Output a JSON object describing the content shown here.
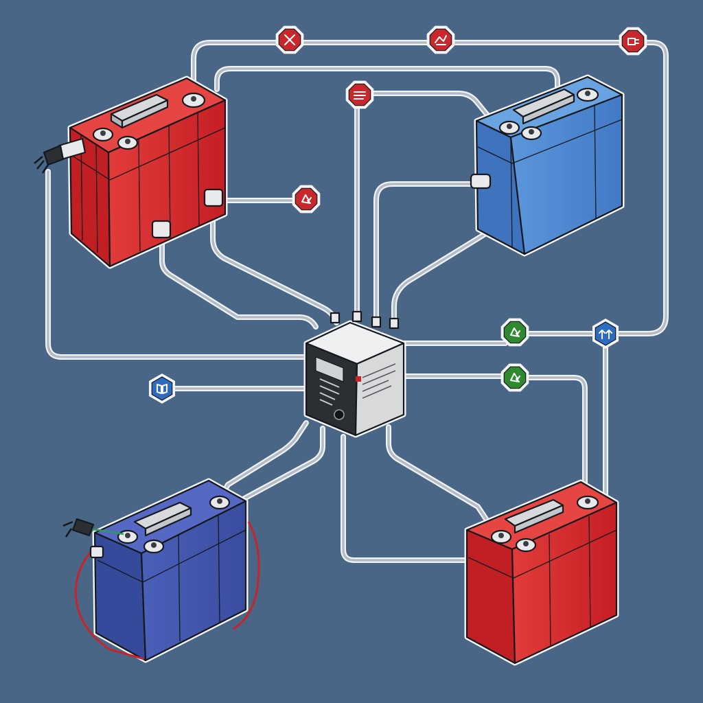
{
  "colors": {
    "background": "#4a6686",
    "wire": "#f1f3f5",
    "battery_red": "#d2262a",
    "battery_blue_light": "#4b86cf",
    "battery_blue_dark": "#3b4fa6",
    "controller_front": "#d7d9da",
    "badge_red": "#c8282c",
    "badge_green": "#2f8a2f",
    "badge_blue": "#2d6cc0"
  },
  "batteries": [
    {
      "id": "top-left",
      "color": "red",
      "connector_icon": "plug-icon"
    },
    {
      "id": "top-right",
      "color": "light-blue"
    },
    {
      "id": "bottom-left",
      "color": "dark-blue",
      "connector_icon": "plug-icon"
    },
    {
      "id": "bottom-right",
      "color": "red"
    }
  ],
  "controller": {
    "icon": "control-box-icon"
  },
  "badges": [
    {
      "id": "top-1",
      "shape": "octagon",
      "color": "red",
      "icon": "cross-icon"
    },
    {
      "id": "top-2",
      "shape": "octagon",
      "color": "red",
      "icon": "arrow-icon"
    },
    {
      "id": "top-3",
      "shape": "octagon",
      "color": "red",
      "icon": "plug-icon"
    },
    {
      "id": "upper-mid",
      "shape": "octagon",
      "color": "red",
      "icon": "lines-icon"
    },
    {
      "id": "mid-red",
      "shape": "octagon",
      "color": "red",
      "icon": "recycle-icon"
    },
    {
      "id": "right-green-1",
      "shape": "octagon",
      "color": "green",
      "icon": "recycle-icon"
    },
    {
      "id": "right-blue",
      "shape": "hexagon",
      "color": "blue",
      "icon": "arrows-up-icon"
    },
    {
      "id": "right-green-2",
      "shape": "octagon",
      "color": "green",
      "icon": "recycle-icon"
    },
    {
      "id": "left-blue",
      "shape": "hexagon",
      "color": "blue",
      "icon": "book-icon"
    }
  ]
}
